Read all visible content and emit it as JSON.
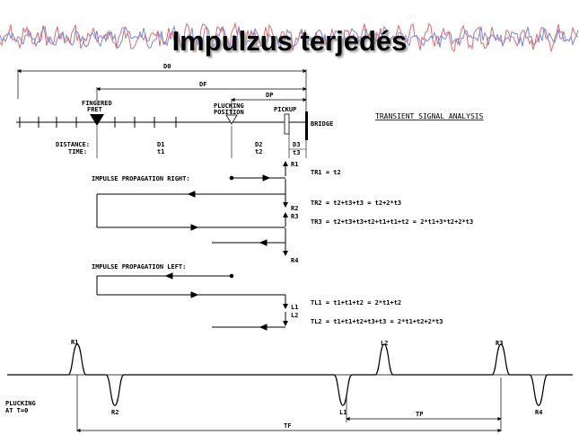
{
  "slide_title": "Impulzus terjedés",
  "header": {
    "subtitle": "TRANSIENT SIGNAL ANALYSIS"
  },
  "string_diagram": {
    "dims": {
      "d0": "D0",
      "df": "DF",
      "dp": "DP"
    },
    "labels": {
      "fingered_fret": [
        "FINGERED",
        "FRET"
      ],
      "plucking_position": [
        "PLUCKING",
        "POSITION"
      ],
      "pickup": "PICKUP",
      "bridge": "BRIDGE",
      "distance": "DISTANCE:",
      "time": "TIME:"
    },
    "segments": [
      {
        "distance": "D1",
        "time": "t1"
      },
      {
        "distance": "D2",
        "time": "t2"
      },
      {
        "distance": "D3",
        "time": "t3"
      }
    ]
  },
  "propagation": {
    "right_title": "IMPULSE PROPAGATION RIGHT:",
    "left_title": "IMPULSE PROPAGATION LEFT:",
    "markers": [
      "R1",
      "R2",
      "R3",
      "R4",
      "L1",
      "L2"
    ],
    "equations": {
      "tr1": "TR1 = t2",
      "tr2": "TR2 = t2+t3+t3 = t2+2*t3",
      "tr3": "TR3 = t2+t3+t3+t2+t1+t1+t2 = 2*t1+3*t2+2*t3",
      "tl1": "TL1 = t1+t1+t2 = 2*t1+t2",
      "tl2": "TL2 = t1+t1+t2+t3+t3 = 2*t1+t2+2*t3"
    }
  },
  "waveform": {
    "plucking": [
      "PLUCKING",
      "AT T=0"
    ],
    "pulses": [
      {
        "label": "R1",
        "polarity": "up"
      },
      {
        "label": "R2",
        "polarity": "down"
      },
      {
        "label": "L1",
        "polarity": "down"
      },
      {
        "label": "L2",
        "polarity": "up"
      },
      {
        "label": "R3",
        "polarity": "up"
      },
      {
        "label": "R4",
        "polarity": "down"
      }
    ],
    "tf": "TF",
    "tp": "TP"
  },
  "colors": {
    "wave_red": "#e06a6a",
    "wave_blue": "#7a86d8",
    "ink": "#000000"
  }
}
